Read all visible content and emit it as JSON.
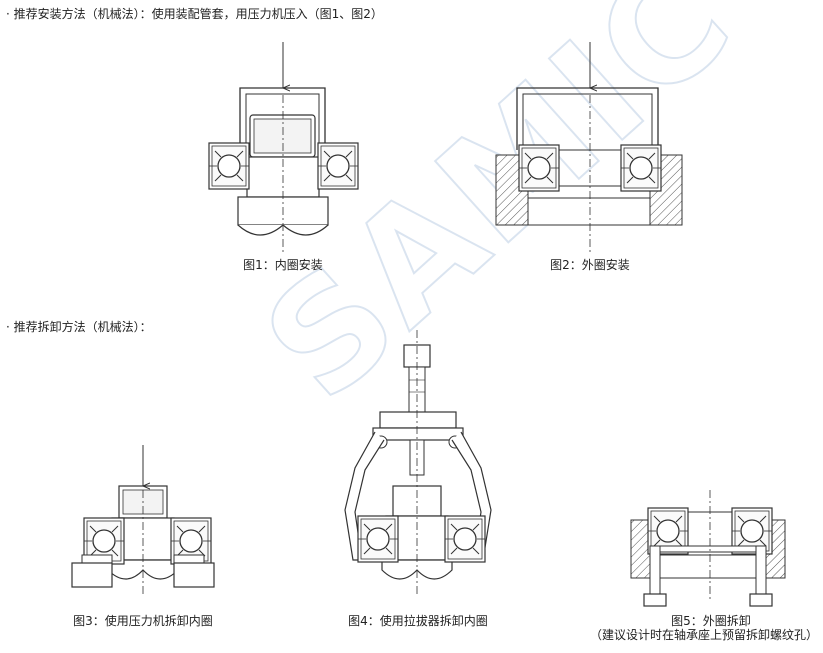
{
  "section1_heading": "· 推荐安装方法（机械法）：使用装配管套，用压力机压入（图1、图2）",
  "section2_heading": "· 推荐拆卸方法（机械法）：",
  "captions": {
    "fig1": "图1：内圈安装",
    "fig2": "图2：外圈安装",
    "fig3": "图3：使用压力机拆卸内圈",
    "fig4": "图4：使用拉拔器拆卸内圈",
    "fig5_line1": "图5：外圈拆卸",
    "fig5_line2": "（建议设计时在轴承座上预留拆卸螺纹孔）"
  },
  "watermark": "SAMIC"
}
